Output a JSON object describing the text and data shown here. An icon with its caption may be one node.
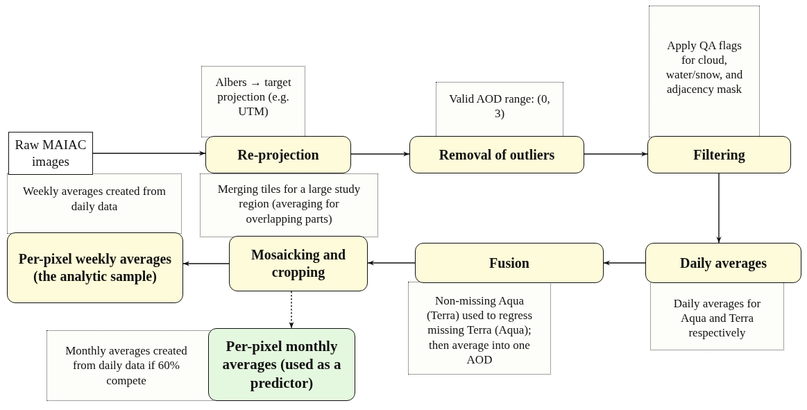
{
  "diagram": {
    "nodes": [
      {
        "text": [
          "Raw MAIAC images"
        ]
      },
      {
        "text": [
          "Albers → target projection (e.g. UTM)"
        ]
      },
      {
        "text": [
          "Re-projection"
        ]
      },
      {
        "text": [
          "Valid AOD range: (0, 3)"
        ]
      },
      {
        "text": [
          "Removal of outliers"
        ]
      },
      {
        "text": [
          "Apply QA flags for cloud, water/snow, and adjacency mask"
        ]
      },
      {
        "text": [
          "Filtering"
        ]
      },
      {
        "text": [
          "Weekly averages created from daily data"
        ]
      },
      {
        "text": [
          "Merging tiles for a large study region (averaging for overlapping parts)"
        ]
      },
      {
        "text": [
          "Per-pixel weekly averages (the analytic sample)"
        ]
      },
      {
        "text": [
          "Mosaicking and cropping"
        ]
      },
      {
        "text": [
          "Fusion"
        ]
      },
      {
        "text": [
          "Daily averages"
        ]
      },
      {
        "text": [
          "Non-missing Aqua (Terra) used to regress missing Terra (Aqua); then average into one AOD"
        ]
      },
      {
        "text": [
          "Daily averages for Aqua and Terra respectively"
        ]
      },
      {
        "text": [
          "Monthly averages created from daily data if 60% compete"
        ]
      },
      {
        "text": [
          "Per-pixel monthly averages (used as a predictor)"
        ]
      }
    ],
    "edges": [
      {
        "from": 0,
        "to": 2,
        "arrow": "to"
      },
      {
        "from": 2,
        "to": 4,
        "arrow": "to"
      },
      {
        "from": 4,
        "to": 6,
        "arrow": "to"
      },
      {
        "from": 6,
        "to": 12,
        "arrow": "to"
      },
      {
        "from": 12,
        "to": 11,
        "arrow": "to"
      },
      {
        "from": 11,
        "to": 10,
        "arrow": "to"
      },
      {
        "from": 10,
        "to": 9,
        "arrow": "to"
      },
      {
        "from": 10,
        "to": 16,
        "arrow": "to",
        "style": "dashed"
      }
    ]
  }
}
